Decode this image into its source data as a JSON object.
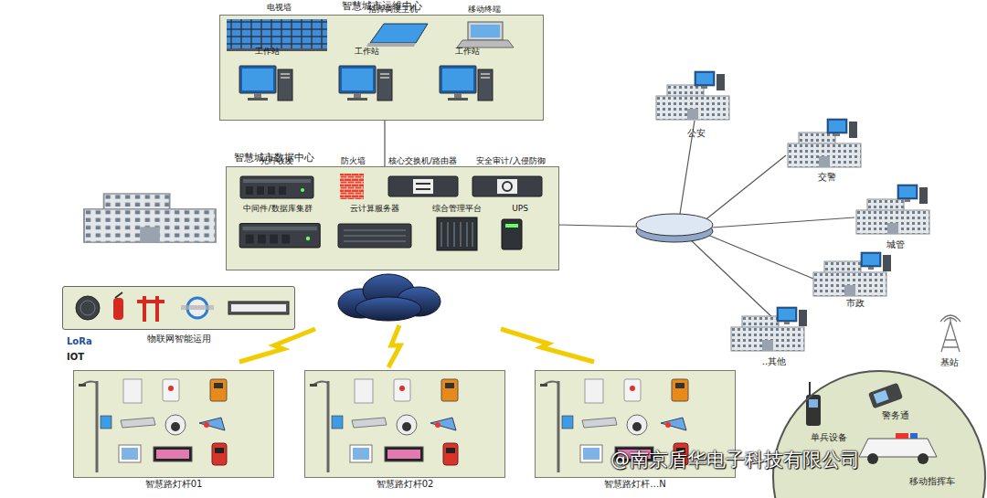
{
  "diagram": {
    "nodes": [
      {
        "text": [
          "智慧城市运维中心"
        ]
      },
      {
        "text": [
          "电视墙"
        ],
        "in": 0
      },
      {
        "text": [
          "指挥调度主机"
        ],
        "in": 0
      },
      {
        "text": [
          "移动终端"
        ],
        "in": 0
      },
      {
        "text": [
          "工作站"
        ],
        "in": 0
      },
      {
        "text": [
          "工作站"
        ],
        "in": 0
      },
      {
        "text": [
          "工作站"
        ],
        "in": 0
      },
      {
        "text": [
          "智慧城市数据中心"
        ]
      },
      {
        "text": [
          "光纤收发"
        ],
        "in": 7
      },
      {
        "text": [
          "防火墙"
        ],
        "in": 7
      },
      {
        "text": [
          "核心交换机/路由器"
        ],
        "in": 7
      },
      {
        "text": [
          "安全审计/入侵防御"
        ],
        "in": 7
      },
      {
        "text": [
          "中间件/数据库集群"
        ],
        "in": 7
      },
      {
        "text": [
          "云计算服务器"
        ],
        "in": 7
      },
      {
        "text": [
          "综合管理平台"
        ],
        "in": 7
      },
      {
        "text": [
          "UPS"
        ],
        "in": 7
      },
      {
        "text": [
          "物联网智能运用"
        ]
      },
      {
        "text": [
          "公安"
        ]
      },
      {
        "text": [
          "交警"
        ]
      },
      {
        "text": [
          "城管"
        ]
      },
      {
        "text": [
          "市政"
        ]
      },
      {
        "text": [
          "..其他"
        ]
      },
      {
        "text": [
          "单兵设备",
          "警务通",
          "移动指挥车"
        ]
      },
      {
        "text": [
          "智慧路灯杆01"
        ]
      },
      {
        "text": [
          "智慧路灯杆02"
        ]
      },
      {
        "text": [
          "智慧路灯杆…N"
        ]
      }
    ],
    "edges": [
      {
        "from": 0,
        "to": 7,
        "arrow": "none"
      }
    ],
    "labels": [
      "LoRa",
      "IOT",
      "基站",
      "@南京盾华电子科技有限公司"
    ]
  }
}
